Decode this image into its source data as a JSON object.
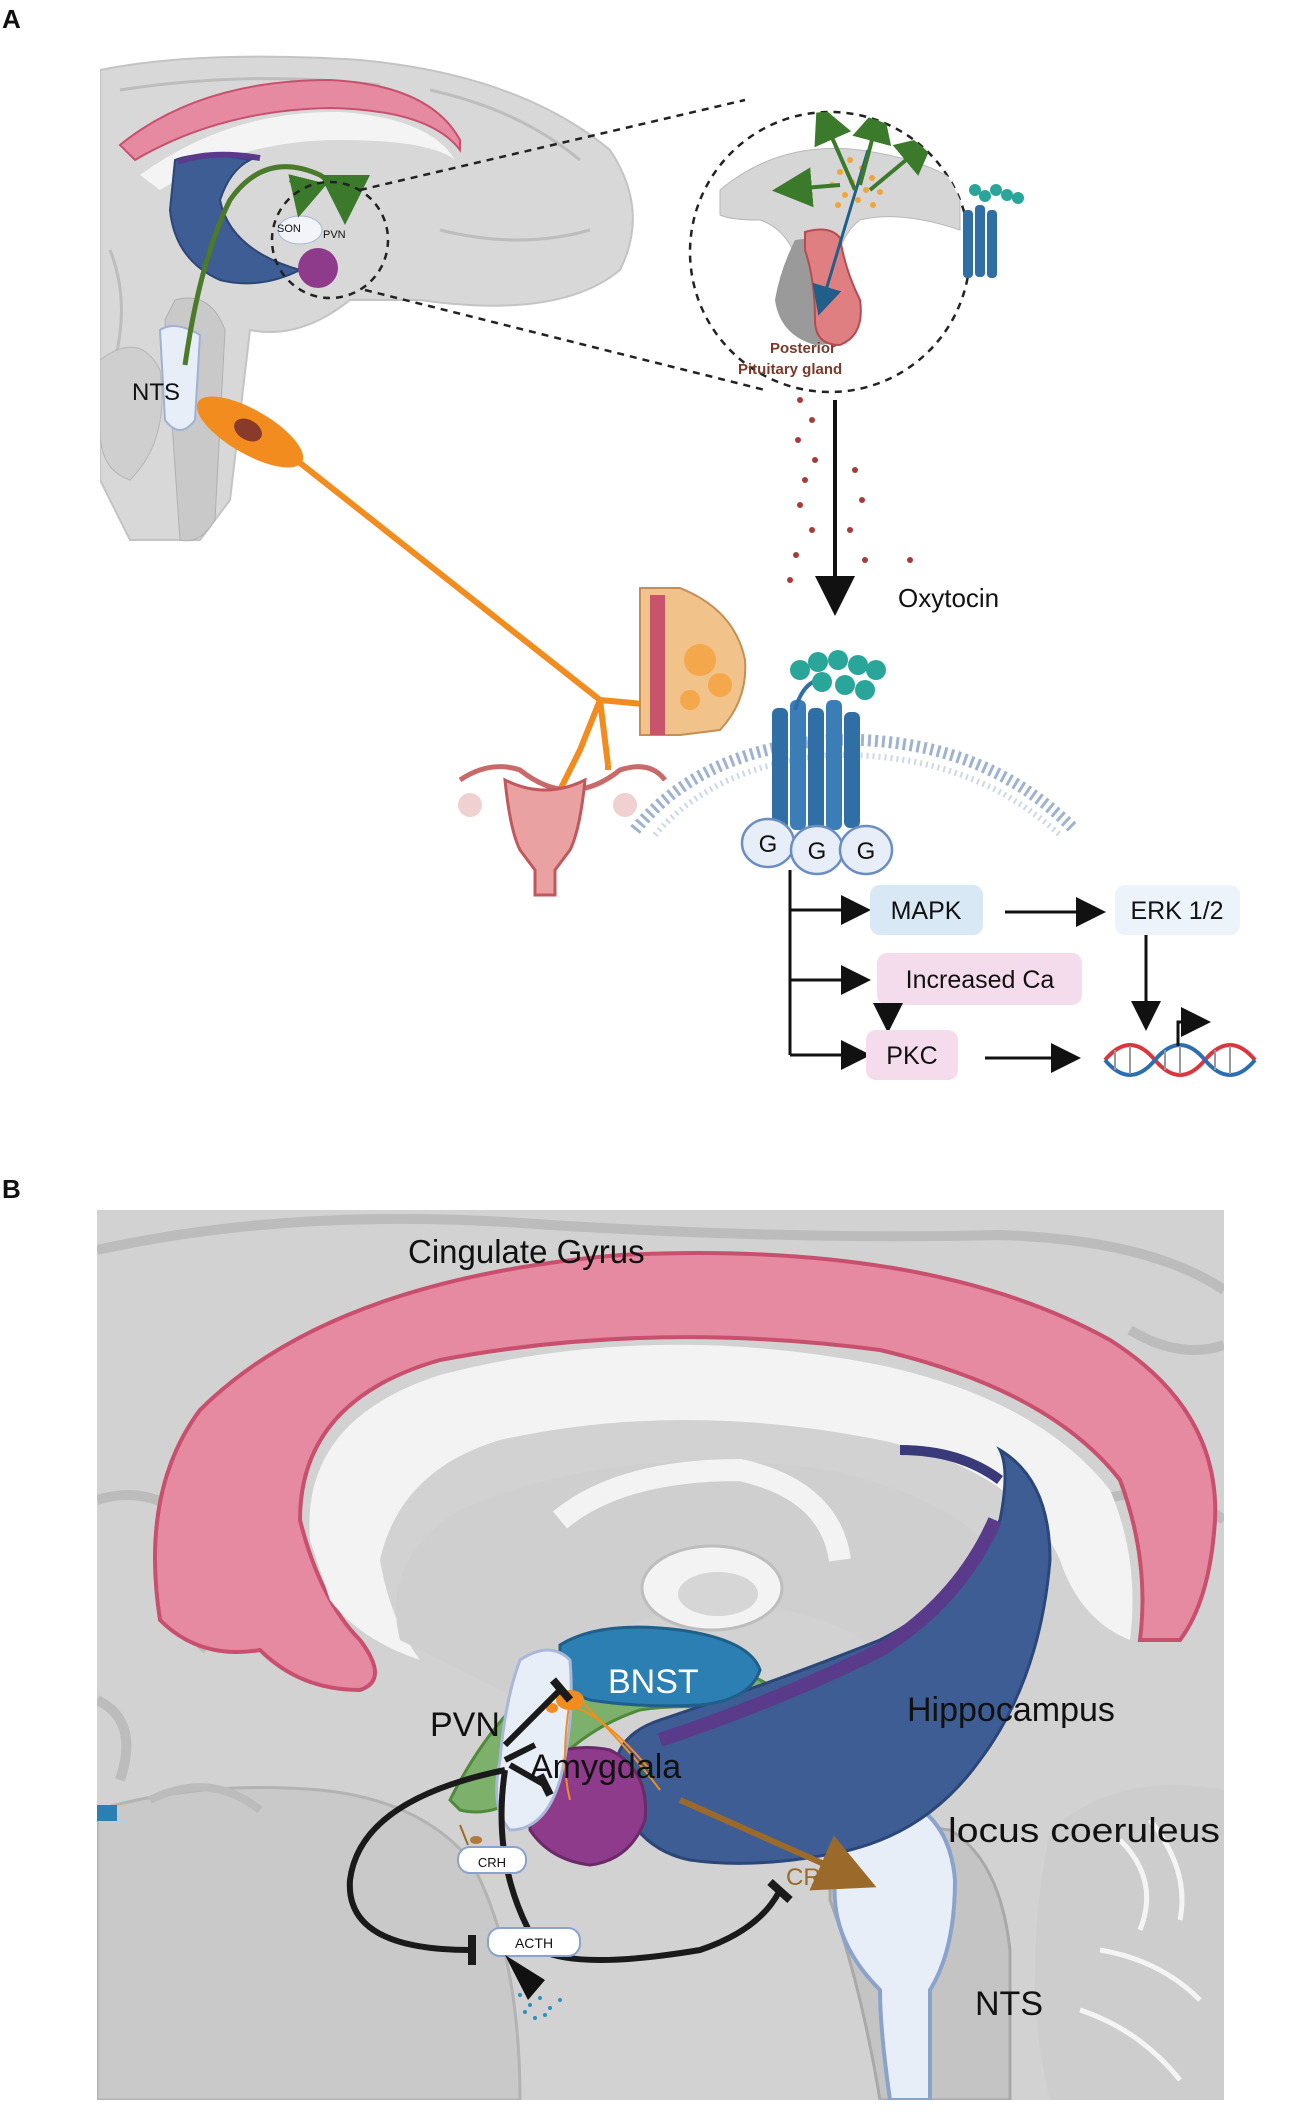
{
  "panel_a": {
    "letter": "A",
    "labels": {
      "son": "SON",
      "pvn": "PVN",
      "nts": "NTS",
      "posterior_pituitary_line1": "Posterior",
      "posterior_pituitary_line2": "Pituitary gland",
      "oxytocin": "Oxytocin",
      "g_protein": "G"
    },
    "pathway": {
      "mapk": "MAPK",
      "increased_ca": "Increased Ca",
      "pkc": "PKC",
      "erk": "ERK 1/2"
    }
  },
  "panel_b": {
    "letter": "B",
    "labels": {
      "cingulate_gyrus": "Cingulate Gyrus",
      "bnst": "BNST",
      "pvn": "PVN",
      "amygdala": "Amygdala",
      "hippocampus": "Hippocampus",
      "locus_coeruleus": "locus coeruleus",
      "crh": "CRH",
      "acth": "ACTH",
      "crf": "CRF",
      "nts": "NTS"
    }
  },
  "colors": {
    "brain_gray": "#d6d6d6",
    "cingulate_pink": "#e58aa0",
    "hippocampus_blue": "#3e5d94",
    "amygdala_purple": "#8e3b8c",
    "bnst_blue": "#2c7fb2",
    "nts_light": "#e8eef8",
    "vagal_orange": "#f28c1e",
    "pathway_green": "#4a7a2a",
    "mapk_fill": "#d9e8f5",
    "calcium_fill": "#f5dcec",
    "receptor_blue": "#2f6fa6"
  }
}
